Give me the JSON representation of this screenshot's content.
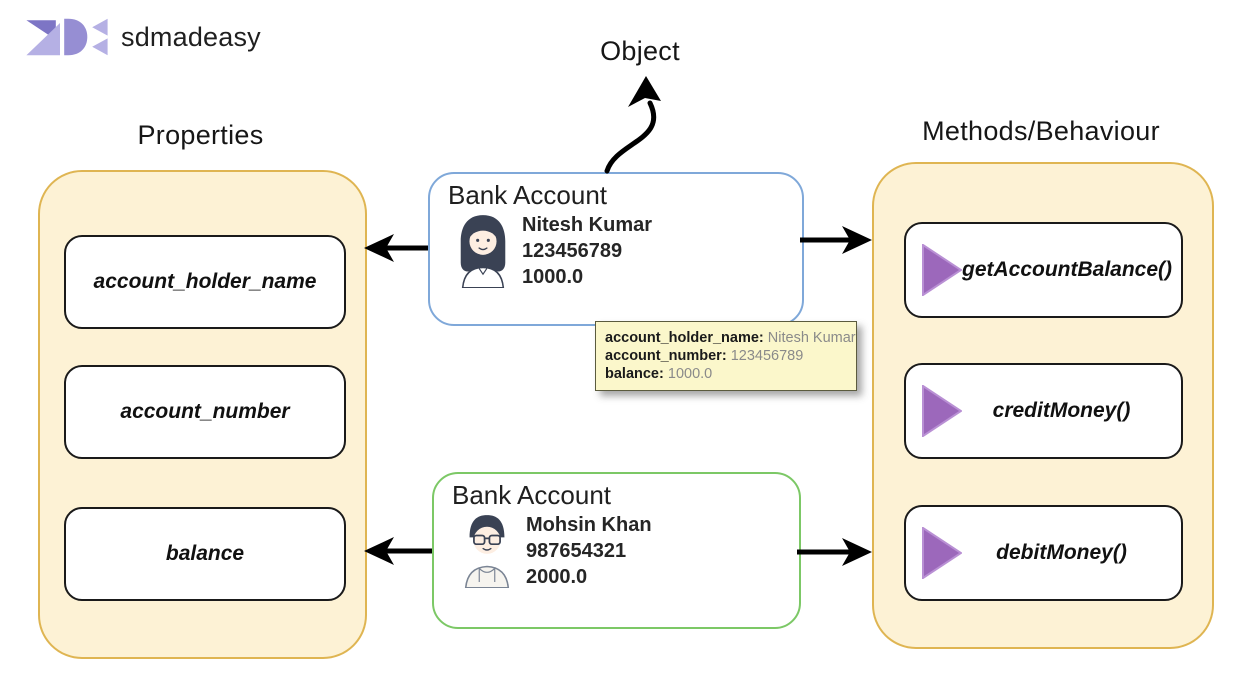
{
  "brand": {
    "name": "sdmadeasy",
    "logo_icon": "purple-triangles-logo"
  },
  "headings": {
    "object": "Object",
    "properties": "Properties",
    "methods": "Methods/Behaviour"
  },
  "properties": [
    "account_holder_name",
    "account_number",
    "balance"
  ],
  "methods": [
    "getAccountBalance()",
    "creditMoney()",
    "debitMoney()"
  ],
  "cards": [
    {
      "title": "Bank Account",
      "holder_name": "Nitesh Kumar",
      "account_number": "123456789",
      "balance": "1000.0",
      "avatar": "woman-avatar"
    },
    {
      "title": "Bank Account",
      "holder_name": "Mohsin Khan",
      "account_number": "987654321",
      "balance": "2000.0",
      "avatar": "man-avatar"
    }
  ],
  "tooltip": {
    "rows": [
      {
        "label": "account_holder_name:",
        "value": "Nitesh Kumar"
      },
      {
        "label": "account_number:",
        "value": "123456789"
      },
      {
        "label": "balance:",
        "value": "1000.0"
      }
    ]
  },
  "colors": {
    "panel_fill": "#fdf2d5",
    "panel_border": "#dfb552",
    "card1_border": "#7fa8d9",
    "card2_border": "#7cc866",
    "method_triangle": "#9c68bb",
    "tooltip_bg": "#fbf7cb",
    "logo_dark": "#7d75c5",
    "logo_mid": "#968ed3",
    "logo_light": "#b5b0e4",
    "arrow": "#000000"
  }
}
